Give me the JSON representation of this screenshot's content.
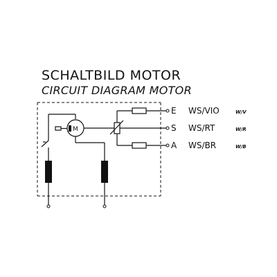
{
  "title": {
    "german": "SCHALTBILD MOTOR",
    "english": "CIRCUIT DIAGRAM MOTOR"
  },
  "motor": {
    "symbol": "M"
  },
  "terminals": [
    {
      "letter": "E",
      "code": "WS/VIO",
      "abbr": "W/V"
    },
    {
      "letter": "S",
      "code": "WS/RT",
      "abbr": "W/R"
    },
    {
      "letter": "A",
      "code": "WS/BR",
      "abbr": "W/B"
    }
  ],
  "colors": {
    "line": "#111111",
    "background": "#ffffff"
  }
}
